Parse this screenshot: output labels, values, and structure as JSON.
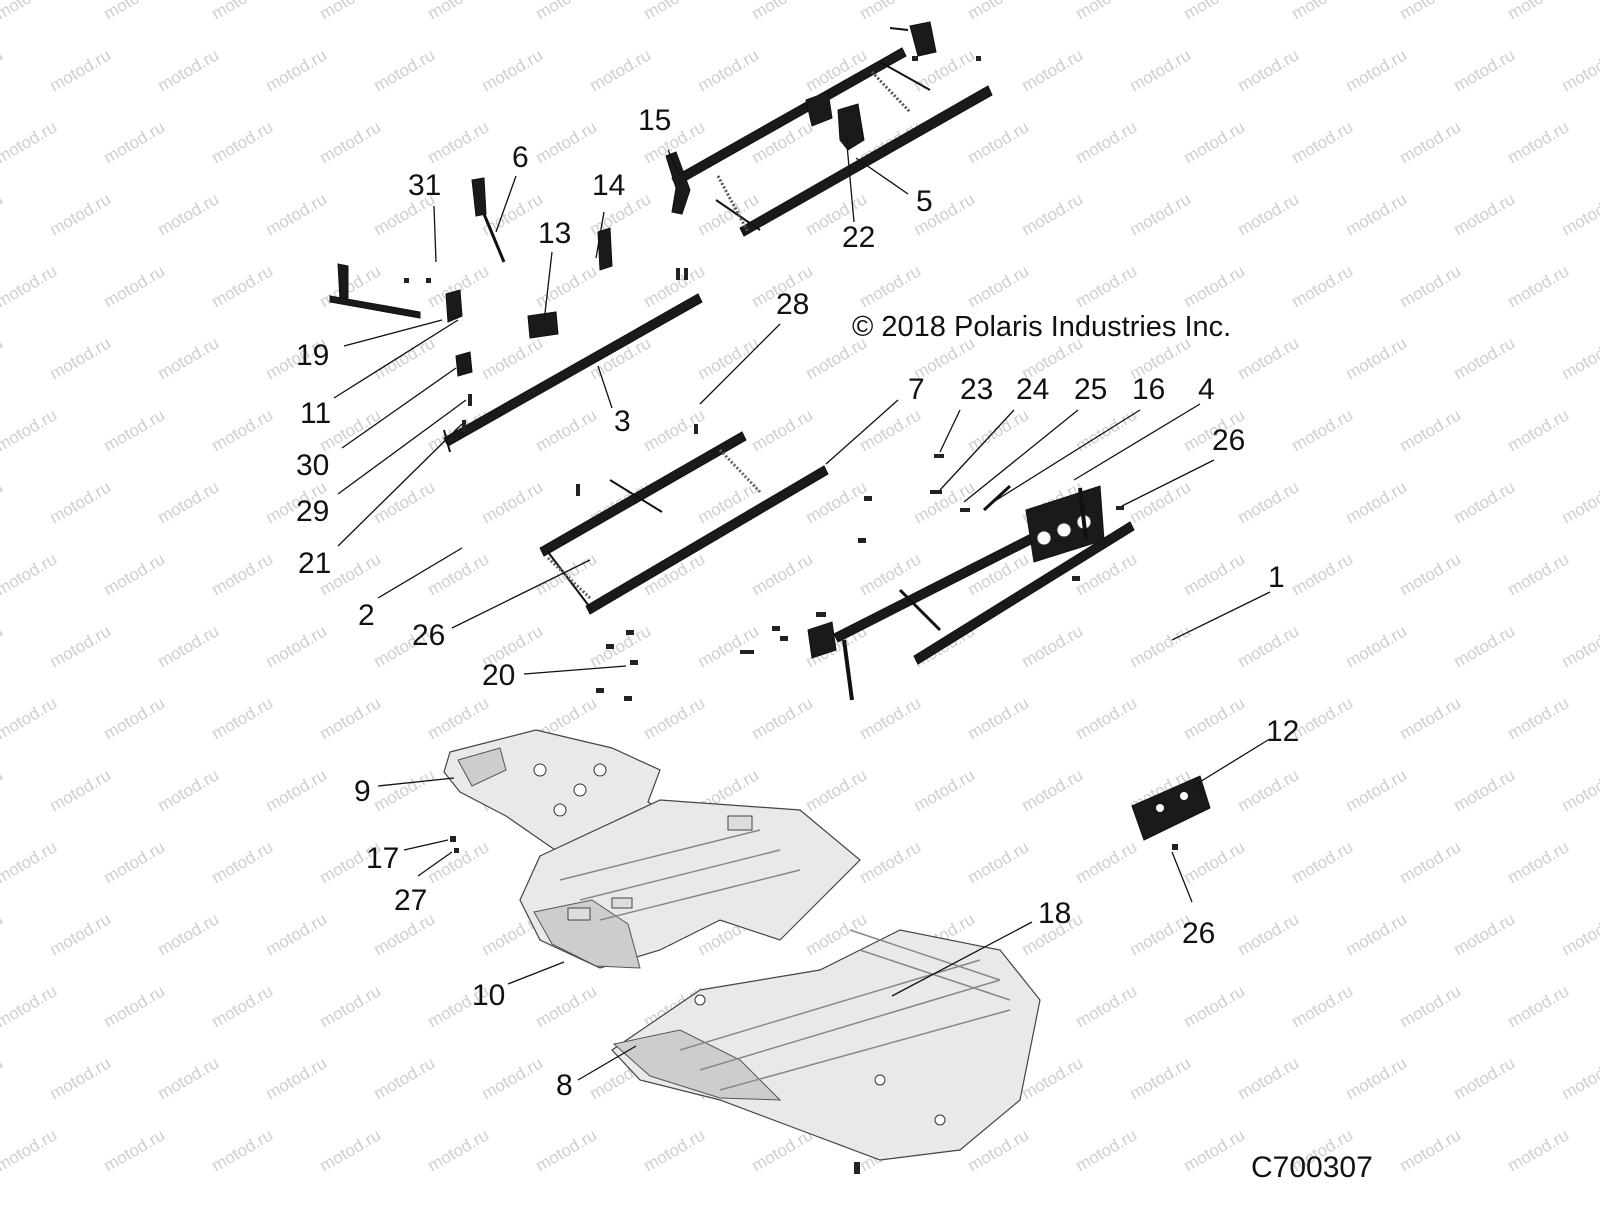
{
  "diagram": {
    "copyright": "© 2018 Polaris Industries Inc.",
    "drawing_code": "C700307",
    "watermark_text": "motod.ru",
    "colors": {
      "ink": "#111111",
      "watermark": "#cfcfcf",
      "skid_plate": "#e9e9e9"
    },
    "callouts": [
      "1",
      "2",
      "3",
      "4",
      "5",
      "6",
      "7",
      "8",
      "9",
      "10",
      "11",
      "12",
      "13",
      "14",
      "15",
      "16",
      "17",
      "18",
      "19",
      "20",
      "21",
      "22",
      "23",
      "24",
      "25",
      "26",
      "26",
      "26",
      "27",
      "28",
      "29",
      "30",
      "31"
    ]
  }
}
